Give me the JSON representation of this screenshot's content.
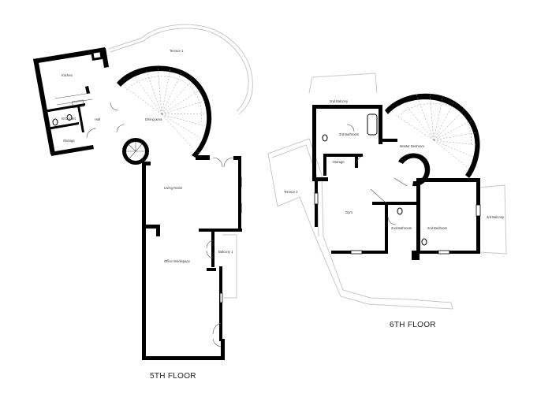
{
  "floors": {
    "fifth": {
      "title": "5TH FLOOR",
      "rooms": {
        "terrace1": "Terrace 1",
        "kitchen": "Kitchen",
        "wc": "W.C toilet",
        "storage": "Storage",
        "hall": "Hall",
        "dining": "Dining area",
        "living": "Living Room",
        "office": "Office Workspace",
        "balcony": "Balcony 1"
      }
    },
    "sixth": {
      "title": "6TH FLOOR",
      "rooms": {
        "balcony2": "2nd Balcony",
        "bath3": "3rd Bathroom",
        "storage": "Storage",
        "master": "Master Bedroom",
        "terrace2": "Terrace 2",
        "gym": "Gym",
        "bath2": "2nd Bathroom",
        "bed2": "2nd Bedroom",
        "balcony3": "3rd Balcony"
      }
    }
  }
}
